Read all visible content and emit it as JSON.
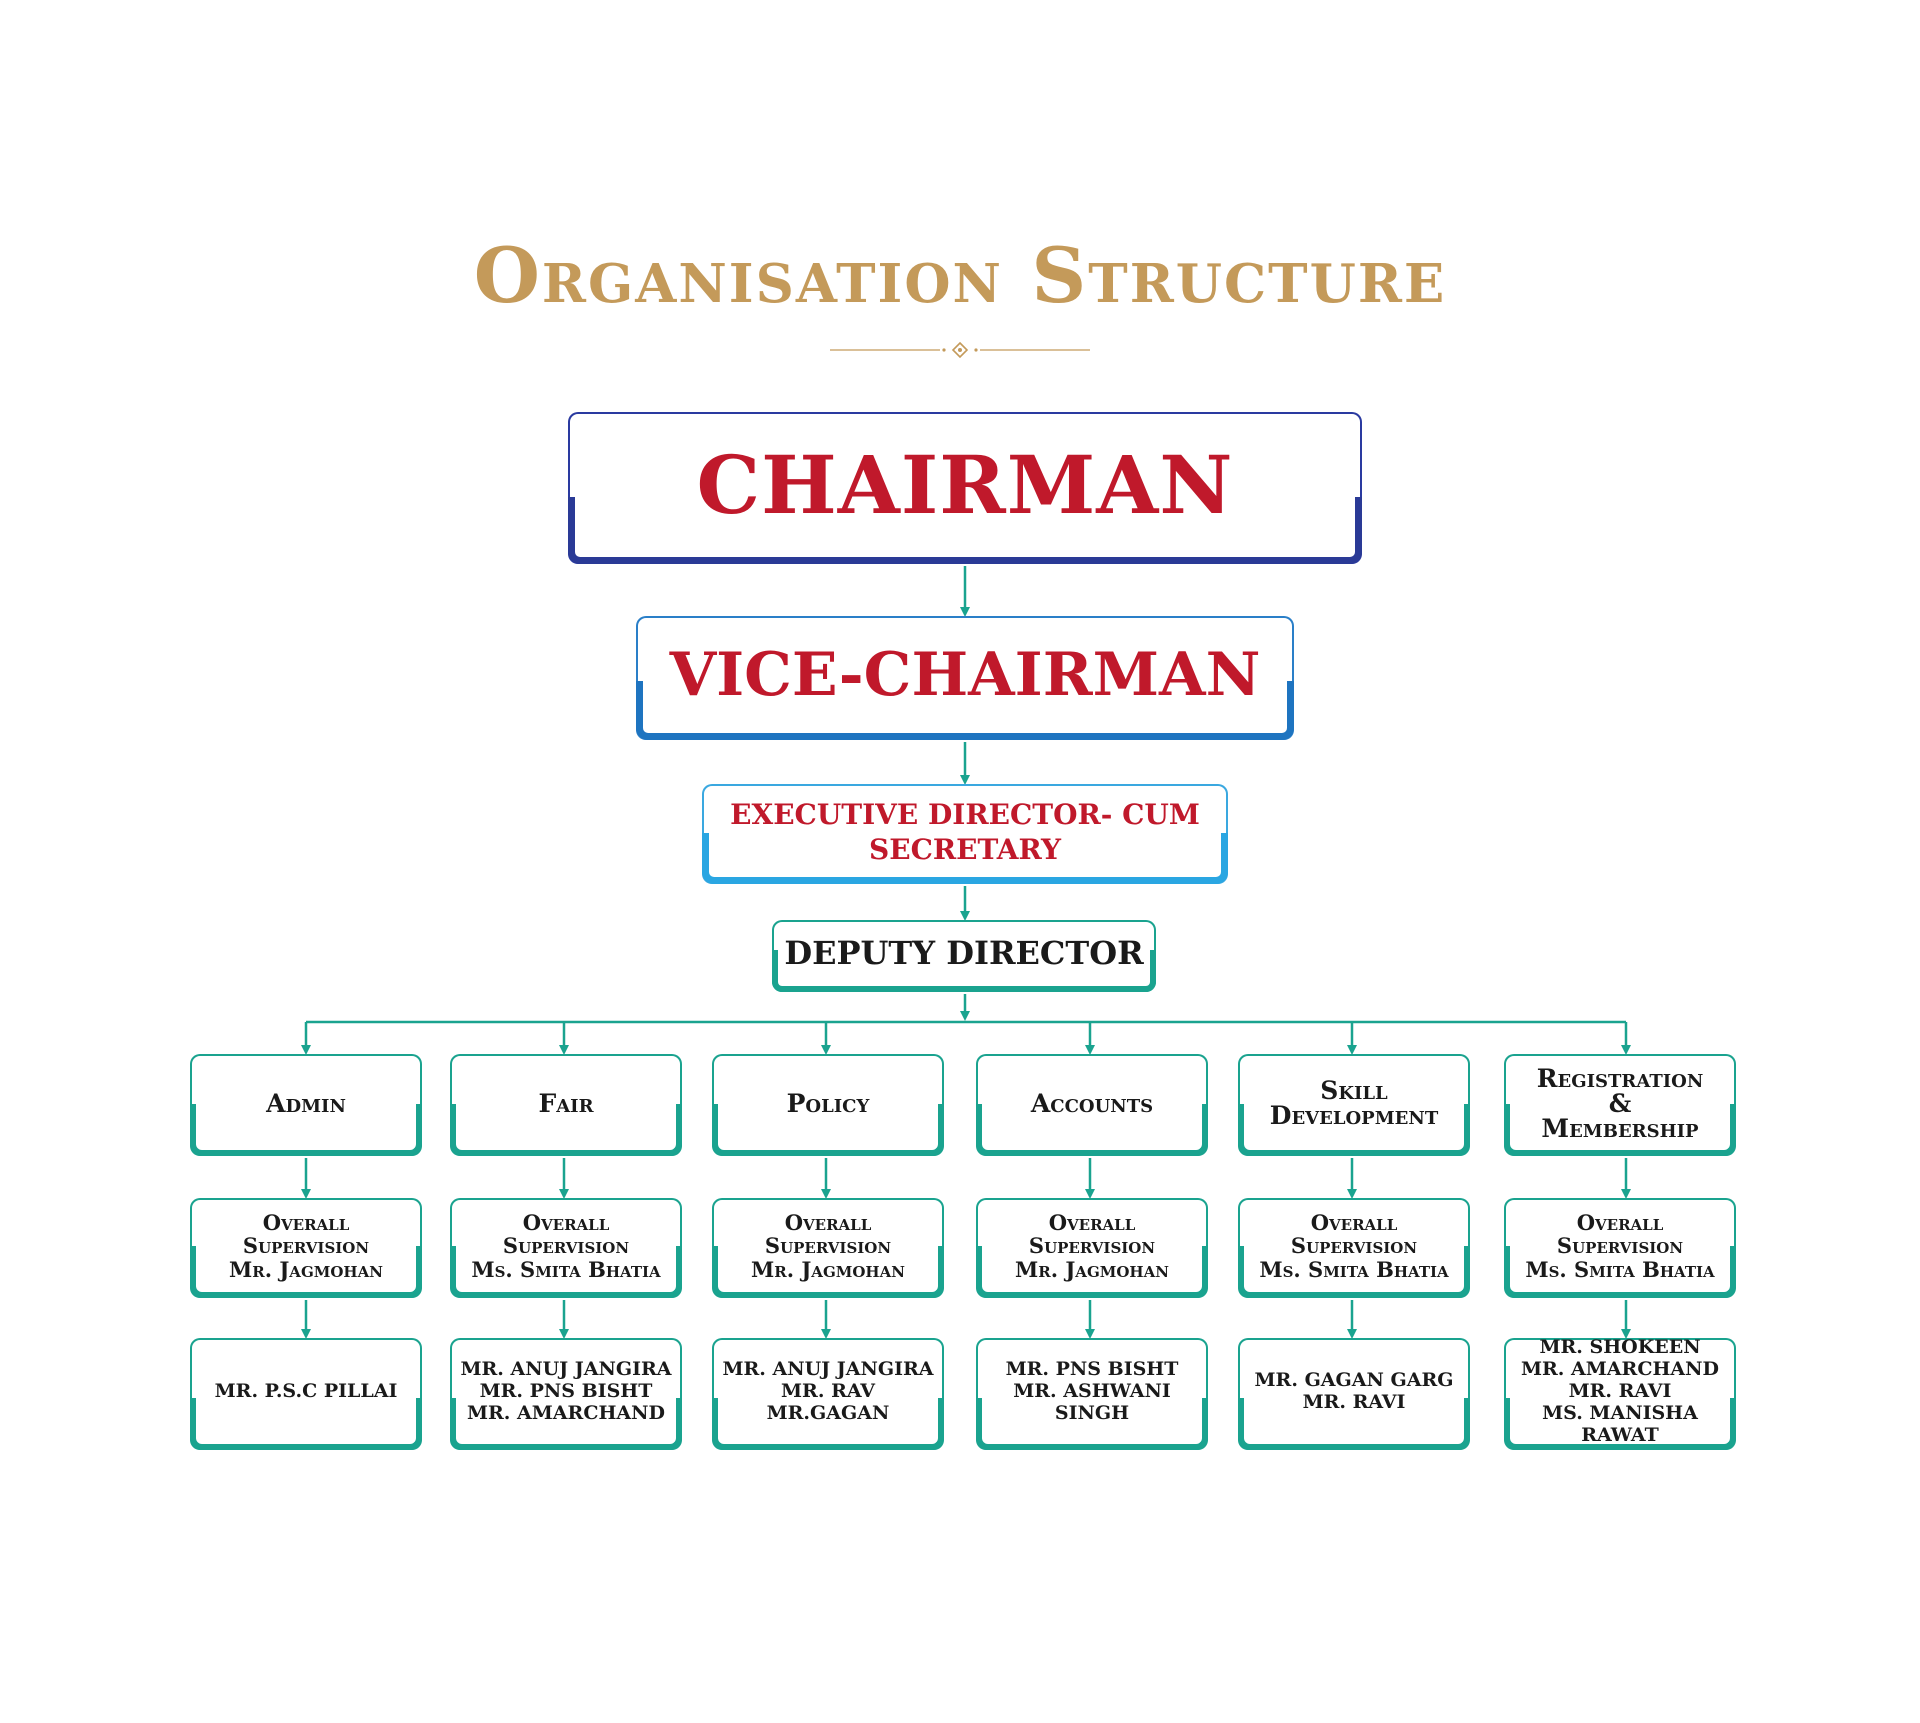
{
  "header": {
    "title": "Organisation Structure"
  },
  "colors": {
    "title_gold": "#c49a5a",
    "top_text_red": "#c0192b",
    "chairman_border": "#2a3aa0",
    "vice_border": "#1e74c0",
    "exec_border": "#2aa6e2",
    "teal": "#1aa38f"
  },
  "hierarchy": {
    "chairman": "CHAIRMAN",
    "vice_chairman": "VICE-CHAIRMAN",
    "executive_director": [
      "EXECUTIVE DIRECTOR- CUM",
      "SECRETARY"
    ],
    "deputy_director": "DEPUTY DIRECTOR"
  },
  "departments": [
    {
      "name": [
        "Admin"
      ],
      "supervision": [
        "Overall",
        "Supervision",
        "Mr. Jagmohan"
      ],
      "staff": [
        "MR. P.S.C PILLAI"
      ]
    },
    {
      "name": [
        "Fair"
      ],
      "supervision": [
        "Overall",
        "Supervision",
        "Ms. Smita Bhatia"
      ],
      "staff": [
        "MR. ANUJ JANGIRA",
        "MR. PNS BISHT",
        "MR. AMARCHAND"
      ]
    },
    {
      "name": [
        "Policy"
      ],
      "supervision": [
        "Overall",
        "Supervision",
        "Mr. Jagmohan"
      ],
      "staff": [
        "MR. ANUJ JANGIRA",
        "MR. RAV",
        "MR.GAGAN"
      ]
    },
    {
      "name": [
        "Accounts"
      ],
      "supervision": [
        "Overall",
        "Supervision",
        "Mr. Jagmohan"
      ],
      "staff": [
        "MR. PNS BISHT",
        "MR. ASHWANI SINGH"
      ]
    },
    {
      "name": [
        "Skill",
        "Development"
      ],
      "supervision": [
        "Overall",
        "Supervision",
        "Ms. Smita Bhatia"
      ],
      "staff": [
        "MR. GAGAN GARG",
        "MR. RAVI"
      ]
    },
    {
      "name": [
        "Registration",
        "&",
        "Membership"
      ],
      "supervision": [
        "Overall",
        "Supervision",
        "Ms. Smita Bhatia"
      ],
      "staff": [
        "MR.  SHOKEEN",
        "MR. AMARCHAND",
        "MR. RAVI",
        "MS. MANISHA RAWAT"
      ]
    }
  ]
}
